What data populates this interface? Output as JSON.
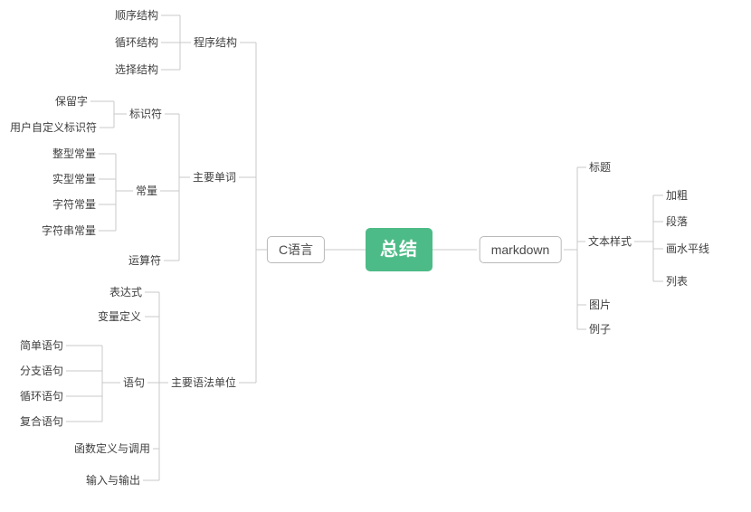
{
  "mindmap": {
    "root": {
      "label": "总结"
    },
    "branches": {
      "c": {
        "label": "C语言",
        "children": [
          {
            "label": "程序结构",
            "children": [
              {
                "label": "顺序结构"
              },
              {
                "label": "循环结构"
              },
              {
                "label": "选择结构"
              }
            ]
          },
          {
            "label": "主要单词",
            "children": [
              {
                "label": "标识符",
                "children": [
                  {
                    "label": "保留字"
                  },
                  {
                    "label": "用户自定义标识符"
                  }
                ]
              },
              {
                "label": "常量",
                "children": [
                  {
                    "label": "整型常量"
                  },
                  {
                    "label": "实型常量"
                  },
                  {
                    "label": "字符常量"
                  },
                  {
                    "label": "字符串常量"
                  }
                ]
              },
              {
                "label": "运算符"
              }
            ]
          },
          {
            "label": "主要语法单位",
            "children": [
              {
                "label": "表达式"
              },
              {
                "label": "变量定义"
              },
              {
                "label": "语句",
                "children": [
                  {
                    "label": "简单语句"
                  },
                  {
                    "label": "分支语句"
                  },
                  {
                    "label": "循环语句"
                  },
                  {
                    "label": "复合语句"
                  }
                ]
              },
              {
                "label": "函数定义与调用"
              },
              {
                "label": "输入与输出"
              }
            ]
          }
        ]
      },
      "markdown": {
        "label": "markdown",
        "children": [
          {
            "label": "标题"
          },
          {
            "label": "文本样式",
            "children": [
              {
                "label": "加粗"
              },
              {
                "label": "段落"
              },
              {
                "label": "画水平线"
              },
              {
                "label": "列表"
              }
            ]
          },
          {
            "label": "图片"
          },
          {
            "label": "例子"
          }
        ]
      }
    }
  },
  "colors": {
    "root_bg": "#4dbb87",
    "root_text": "#ffffff",
    "line": "#c9c9c9",
    "node_border": "#b9b9b9",
    "text": "#3f3f3f"
  }
}
